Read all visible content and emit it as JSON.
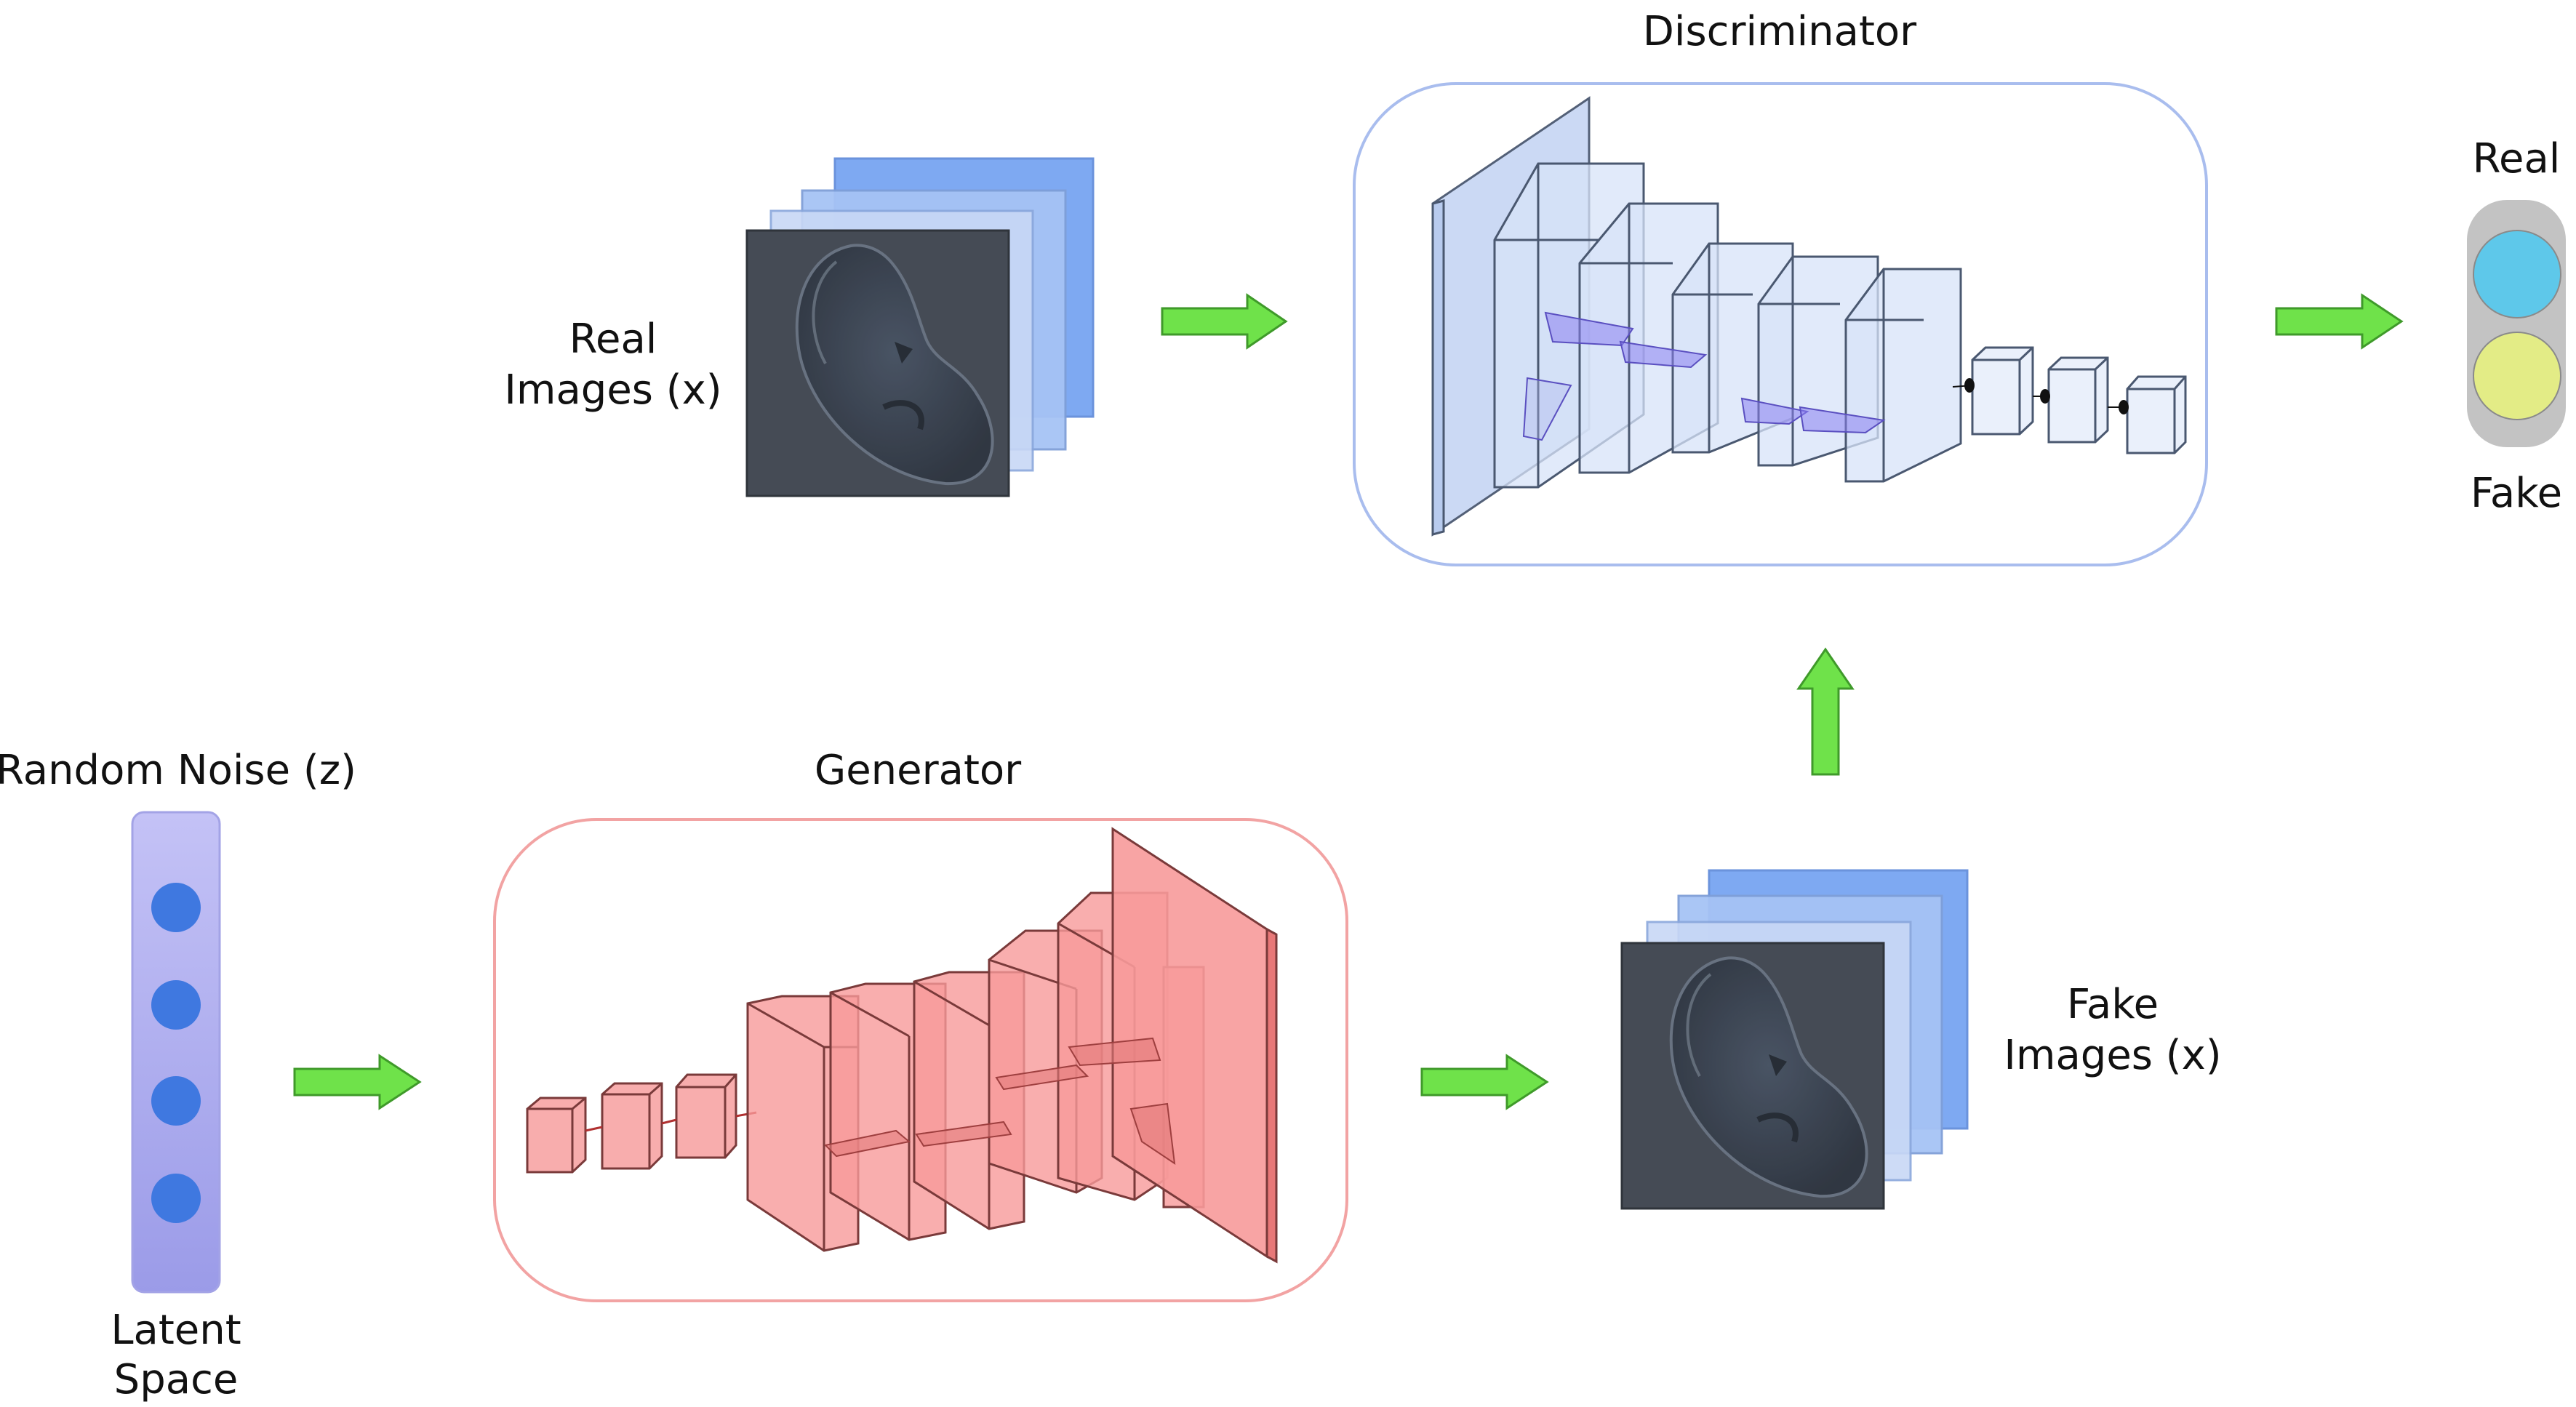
{
  "labels": {
    "discriminator": "Discriminator",
    "generator": "Generator",
    "real_images": [
      "Real",
      "Images (x)"
    ],
    "fake_images": [
      "Fake",
      "Images (x)"
    ],
    "random_noise": "Random Noise (z)",
    "latent_space": [
      "Latent",
      "Space"
    ],
    "output_real": "Real",
    "output_fake": "Fake"
  },
  "colors": {
    "arrow": "#6fe24a",
    "arrow_stroke": "#3f9a2a",
    "discriminator_border": "#a9bdee",
    "generator_border": "#f2a3a3",
    "disc_layer_fill": "#c9d8f4",
    "gen_layer_fill": "#f79a9a",
    "image_back": "#7ea9f2",
    "image_mid": "#b7cdf6",
    "image_front": "#3f4650",
    "latent_bar": "#a9a9f0",
    "latent_node": "#3f78e0",
    "output_real_dot": "#5ec8ea",
    "output_fake_dot": "#e3ec86",
    "output_capsule": "#c3c3c3"
  },
  "icons": {
    "image_thumb": "fetus-ultrasound-icon",
    "flow": "arrow-right-icon",
    "flow_up": "arrow-up-icon"
  }
}
